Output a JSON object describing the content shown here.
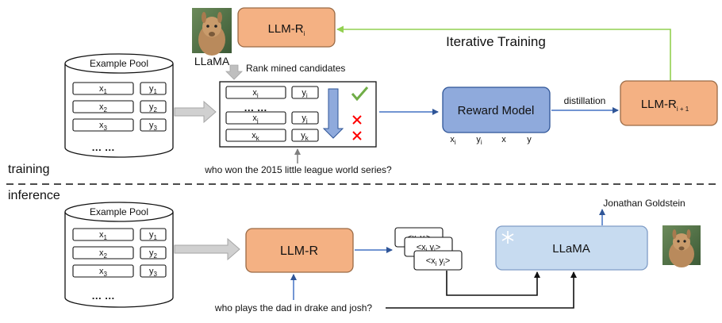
{
  "colors": {
    "orange": "#f4b183",
    "orange_border": "#9a6a45",
    "blue_box": "#8faadc",
    "blue_border": "#2f5597",
    "light_blue": "#c7dbf0",
    "green_arrow": "#92d050",
    "blue_arrow": "#4472c4",
    "gray_arrow": "#bfbfbf",
    "check_green": "#70ad47",
    "cross_red": "#ff0000"
  },
  "training": {
    "section_label": "training",
    "pool_title": "Example Pool",
    "pool_rows": [
      {
        "x": "x",
        "xsub": "1",
        "y": "y",
        "ysub": "1"
      },
      {
        "x": "x",
        "xsub": "2",
        "y": "y",
        "ysub": "2"
      },
      {
        "x": "x",
        "xsub": "3",
        "y": "y",
        "ysub": "3"
      }
    ],
    "pool_ellipsis": "… …",
    "llama_label": "LLaMA",
    "llm_ri": {
      "base": "LLM-R",
      "sub": "i"
    },
    "iterative_label": "Iterative Training",
    "rank_label": "Rank mined candidates",
    "candidates": [
      {
        "x": "x",
        "xsub": "i",
        "y": "y",
        "ysub": "i",
        "mark": "check"
      },
      {
        "x": "x",
        "xsub": "j",
        "y": "y",
        "ysub": "j",
        "mark": "cross"
      },
      {
        "x": "x",
        "xsub": "k",
        "y": "y",
        "ysub": "k",
        "mark": "cross"
      }
    ],
    "candidate_ellipsis": "… …",
    "reward_model_label": "Reward Model",
    "reward_inputs": [
      {
        "base": "x",
        "sub": "i"
      },
      {
        "base": "y",
        "sub": "i"
      },
      {
        "base": "x",
        "sub": ""
      },
      {
        "base": "y",
        "sub": ""
      }
    ],
    "distillation_label": "distillation",
    "llm_ri1": {
      "base": "LLM-R",
      "sub": "i + 1"
    },
    "query": "who won the 2015 little league world series?"
  },
  "inference": {
    "section_label": "inference",
    "pool_title": "Example Pool",
    "pool_rows": [
      {
        "x": "x",
        "xsub": "1",
        "y": "y",
        "ysub": "1"
      },
      {
        "x": "x",
        "xsub": "2",
        "y": "y",
        "ysub": "2"
      },
      {
        "x": "x",
        "xsub": "3",
        "y": "y",
        "ysub": "3"
      }
    ],
    "pool_ellipsis": "… …",
    "llm_r_label": "LLM-R",
    "retrieved_cards": [
      {
        "text": "<x",
        "sub1": "i",
        "mid": " y",
        "sub2": "i",
        "end": ">"
      },
      {
        "text": "<x",
        "sub1": "i",
        "mid": " y",
        "sub2": "i",
        "end": ">"
      },
      {
        "text": "<x",
        "sub1": "i",
        "mid": " y",
        "sub2": "i",
        "end": ">"
      }
    ],
    "llama_box_label": "LLaMA",
    "answer": "Jonathan Goldstein",
    "query": "who plays the dad in drake and josh?"
  }
}
